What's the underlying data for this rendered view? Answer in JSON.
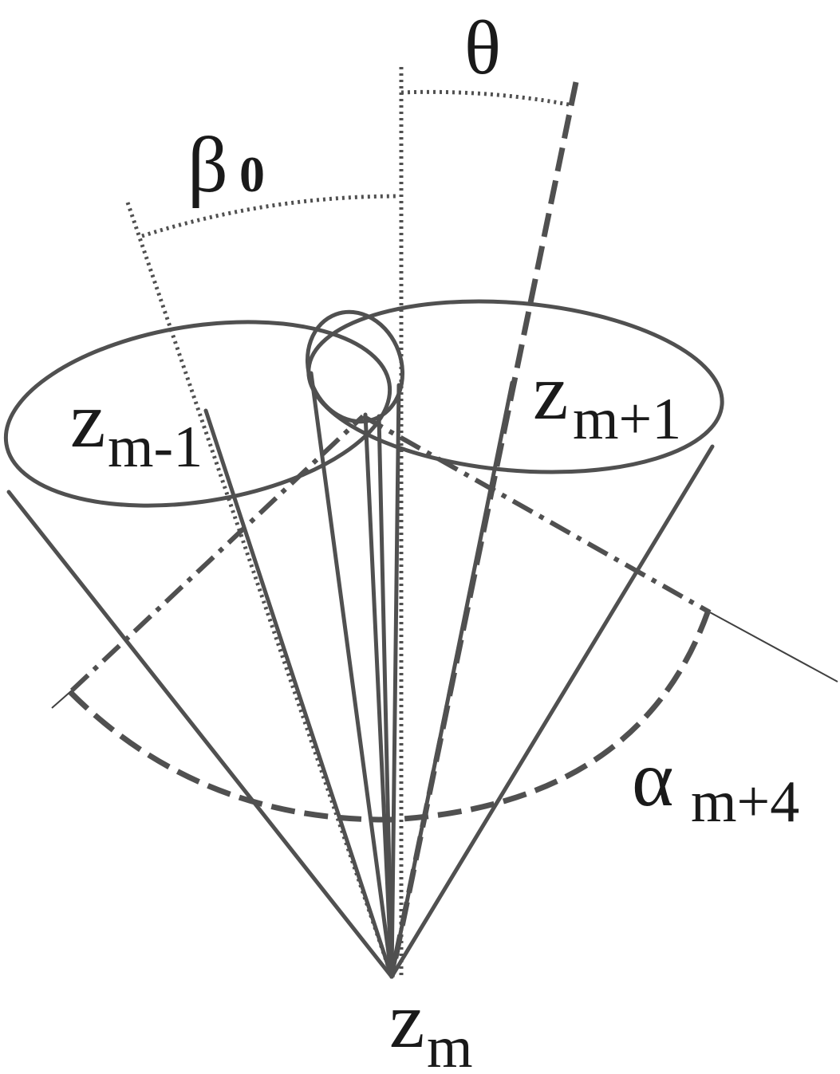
{
  "labels": {
    "theta": "θ",
    "beta_main": "β",
    "beta_sub": "0",
    "z_left_main": "z",
    "z_left_sub": "m-1",
    "z_right_main": "z",
    "z_right_sub": "m+1",
    "alpha_main": "α",
    "alpha_sub": "m+4",
    "z_apex_main": "z",
    "z_apex_sub": "m"
  },
  "colors": {
    "line": "#505050",
    "text": "#1a1a1a",
    "background": "#ffffff"
  }
}
